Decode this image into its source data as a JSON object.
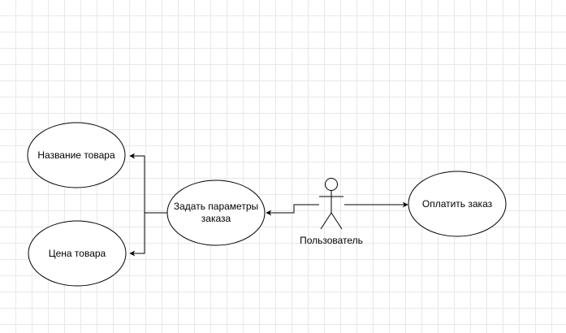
{
  "diagram": {
    "use_cases": {
      "product_name": "Название товара",
      "product_price": "Цена товара",
      "set_params_line1": "Задать параметры",
      "set_params_line2": "заказа",
      "pay_order": "Оплатить заказ"
    },
    "actor": {
      "label": "Пользователь"
    }
  },
  "colors": {
    "stroke": "#000000",
    "fill": "#ffffff",
    "grid": "#e8e8e8"
  }
}
